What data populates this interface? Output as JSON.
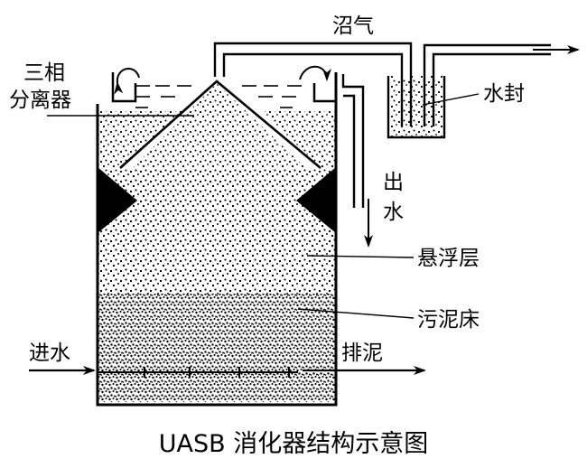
{
  "labels": {
    "three_phase_separator_line1": "三相",
    "three_phase_separator_line2": "分离器",
    "biogas": "沼气",
    "water_seal": "水封",
    "outlet_line1": "出",
    "outlet_line2": "水",
    "suspended_layer": "悬浮层",
    "sludge_bed": "污泥床",
    "inlet": "进水",
    "sludge_discharge": "排泥"
  },
  "caption": "UASB 消化器结构示意图"
}
